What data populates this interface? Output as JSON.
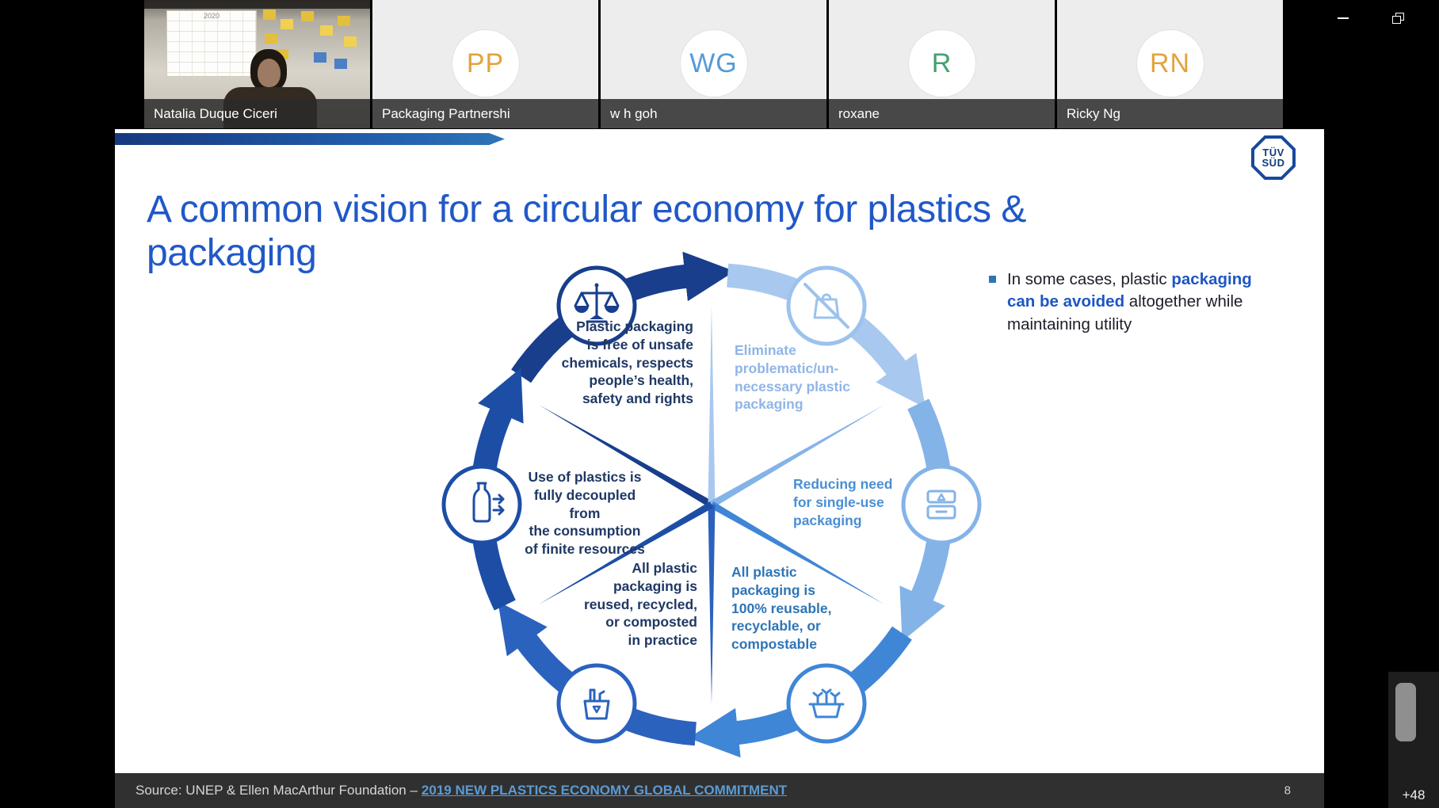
{
  "window_controls": {
    "buttons": [
      "minimize",
      "restore-down"
    ]
  },
  "filmstrip": {
    "more_count": "+48",
    "participants": [
      {
        "name": "Natalia Duque Ciceri",
        "type": "video",
        "calendar_year": "2020"
      },
      {
        "name": "Packaging Partnershi",
        "initials": "PP",
        "color": "#E2A33D"
      },
      {
        "name": "w h goh",
        "initials": "WG",
        "color": "#569AD6"
      },
      {
        "name": "roxane",
        "initials": "R",
        "color": "#43A071"
      },
      {
        "name": "Ricky Ng",
        "initials": "RN",
        "color": "#E2A33D"
      }
    ]
  },
  "slide": {
    "title": "A common vision for a circular economy for plastics & packaging",
    "logo": {
      "line1": "TÜV",
      "line2": "SÜD"
    },
    "key_point": {
      "pre": "In some cases, plastic ",
      "bold": "packaging can be avoided",
      "post": " altogether while maintaining utility"
    },
    "diagram": {
      "ring_colors": [
        "#183E8C",
        "#A8C8EF",
        "#84B3E8",
        "#3F86D6",
        "#2B62BE",
        "#1D4EA6"
      ],
      "segments": [
        {
          "icon": "scales-icon",
          "color": "#1F3864",
          "label": "Plastic packaging\nis free of unsafe\nchemicals, respects\npeople’s health,\nsafety and rights"
        },
        {
          "icon": "no-plastic-bag-icon",
          "color": "#8FB5E8",
          "label": "Eliminate\nproblematic/un-\nnecessary plastic\npackaging"
        },
        {
          "icon": "food-container-icon",
          "color": "#4A8FD4",
          "label": "Reducing need\nfor single-use\npackaging"
        },
        {
          "icon": "seedling-planter-icon",
          "color": "#2E75B6",
          "label": "All plastic\npackaging is\n100% reusable,\nrecyclable, or\ncompostable"
        },
        {
          "icon": "recycling-bin-icon",
          "color": "#1F3864",
          "label": "All plastic\npackaging is\nreused, recycled,\nor composted\nin practice"
        },
        {
          "icon": "bottle-reuse-icon",
          "color": "#1F3864",
          "label": "Use of plastics is\nfully decoupled from\nthe consumption\nof finite resources"
        }
      ]
    },
    "footer": {
      "source_prefix": "Source: UNEP & Ellen MacArthur Foundation –",
      "source_link": "2019 NEW PLASTICS ECONOMY GLOBAL COMMITMENT"
    },
    "page_number": "8"
  }
}
